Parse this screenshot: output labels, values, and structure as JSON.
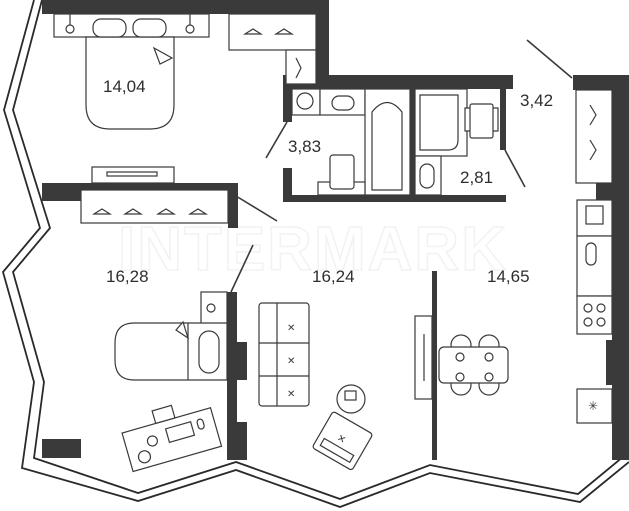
{
  "watermark": "INTERMARK",
  "rooms": [
    {
      "name": "bedroom-1",
      "area": "14,04"
    },
    {
      "name": "bathroom",
      "area": "3,83"
    },
    {
      "name": "wc",
      "area": "2,81"
    },
    {
      "name": "hall-wardrobe",
      "area": "3,42"
    },
    {
      "name": "bedroom-2",
      "area": "16,28"
    },
    {
      "name": "living-room",
      "area": "16,24"
    },
    {
      "name": "kitchen",
      "area": "14,65"
    }
  ],
  "colors": {
    "wall": "#3a3a3a",
    "background": "#ffffff"
  }
}
